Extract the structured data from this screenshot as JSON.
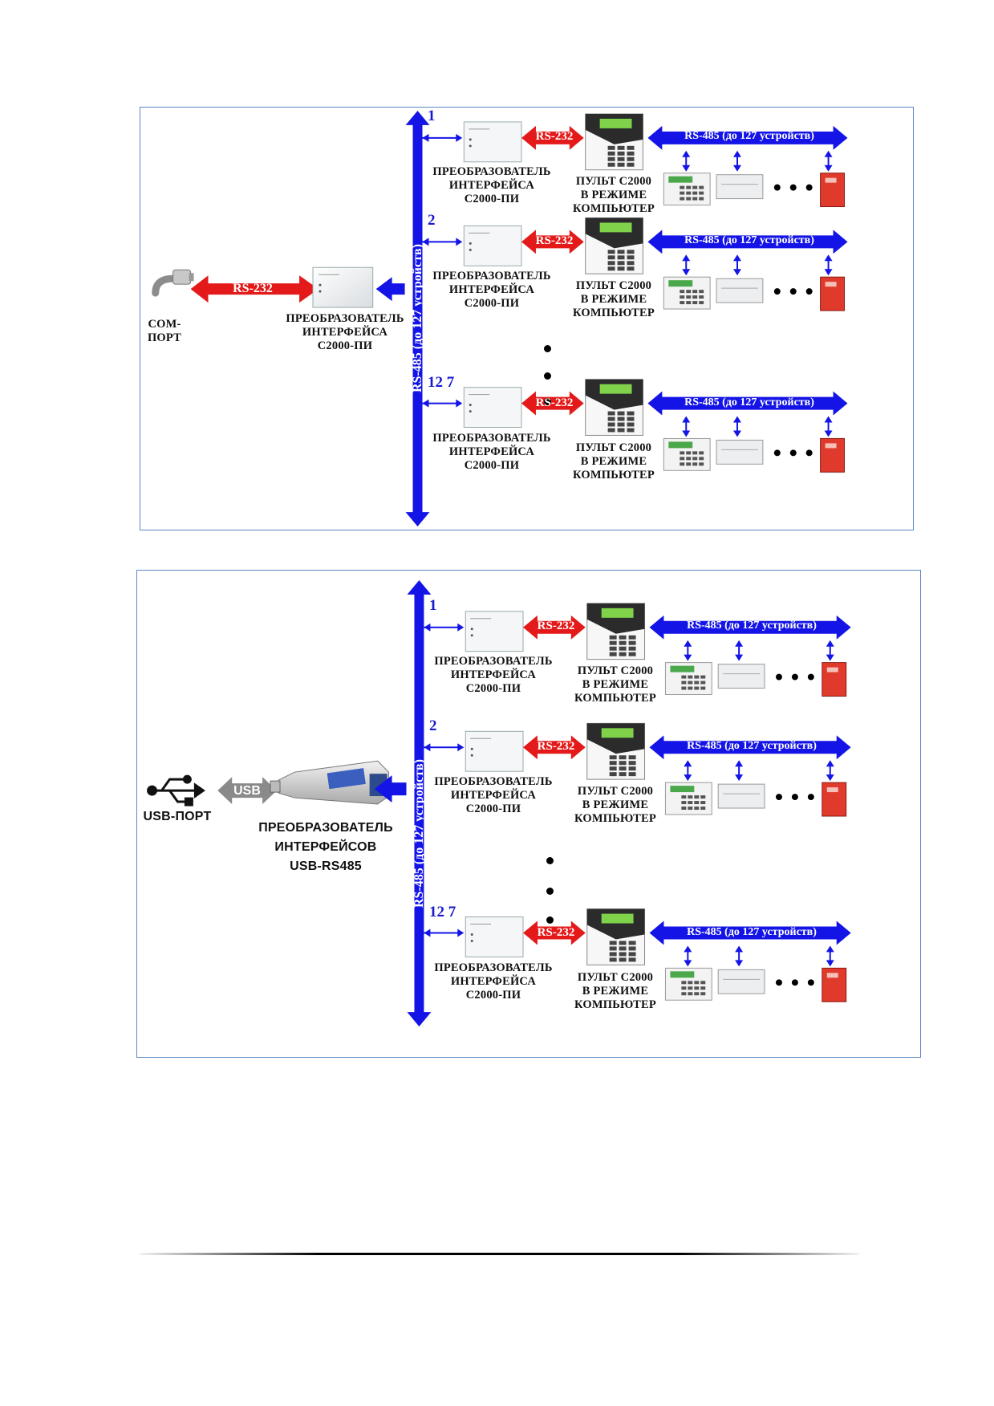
{
  "diagram1": {
    "port_label": "COM-\nПОРТ",
    "link_label": "RS-232",
    "converter_label": "ПРЕОБРАЗОВАТЕЛЬ\nИНТЕРФЕЙСА\nС2000-ПИ",
    "bus_label": "RS-485 (до 127 устройств)",
    "rows": [
      {
        "number": "1",
        "pi_label": "ПРЕОБРАЗОВАТЕЛЬ\nИНТЕРФЕЙСА\nС2000-ПИ",
        "rs232": "RS-232",
        "console_label": "ПУЛЬТ С2000\nВ РЕЖИМЕ\nКОМПЬЮТЕР",
        "rs485": "RS-485 (до 127 устройств)"
      },
      {
        "number": "2",
        "pi_label": "ПРЕОБРАЗОВАТЕЛЬ\nИНТЕРФЕЙСА\nС2000-ПИ",
        "rs232": "RS-232",
        "console_label": "ПУЛЬТ С2000\nВ РЕЖИМЕ\nКОМПЬЮТЕР",
        "rs485": "RS-485 (до 127 устройств)"
      },
      {
        "number": "12 7",
        "pi_label": "ПРЕОБРАЗОВАТЕЛЬ\nИНТЕРФЕЙСА\nС2000-ПИ",
        "rs232": "RS-232",
        "console_label": "ПУЛЬТ С2000\nВ РЕЖИМЕ\nКОМПЬЮТЕР",
        "rs485": "RS-485 (до 127 устройств)"
      }
    ]
  },
  "diagram2": {
    "port_label": "USB-ПОРТ",
    "link_label": "USB",
    "converter_label": "ПРЕОБРАЗОВАТЕЛЬ\nИНТЕРФЕЙСОВ\nUSB-RS485",
    "bus_label": "RS-485 (до 127 устройств)",
    "rows": [
      {
        "number": "1",
        "pi_label": "ПРЕОБРАЗОВАТЕЛЬ\nИНТЕРФЕЙСА\nС2000-ПИ",
        "rs232": "RS-232",
        "console_label": "ПУЛЬТ С2000\nВ РЕЖИМЕ\nКОМПЬЮТЕР",
        "rs485": "RS-485 (до 127 устройств)"
      },
      {
        "number": "2",
        "pi_label": "ПРЕОБРАЗОВАТЕЛЬ\nИНТЕРФЕЙСА\nС2000-ПИ",
        "rs232": "RS-232",
        "console_label": "ПУЛЬТ С2000\nВ РЕЖИМЕ\nКОМПЬЮТЕР",
        "rs485": "RS-485 (до 127 устройств)"
      },
      {
        "number": "12 7",
        "pi_label": "ПРЕОБРАЗОВАТЕЛЬ\nИНТЕРФЕЙСА\nС2000-ПИ",
        "rs232": "RS-232",
        "console_label": "ПУЛЬТ С2000\nВ РЕЖИМЕ\nКОМПЬЮТЕР",
        "rs485": "RS-485 (до 127 устройств)"
      }
    ]
  },
  "colors": {
    "rs485": "#1414e6",
    "rs232": "#e41a1a",
    "usb": "#8a8a8a",
    "frame": "#5a86c8"
  }
}
